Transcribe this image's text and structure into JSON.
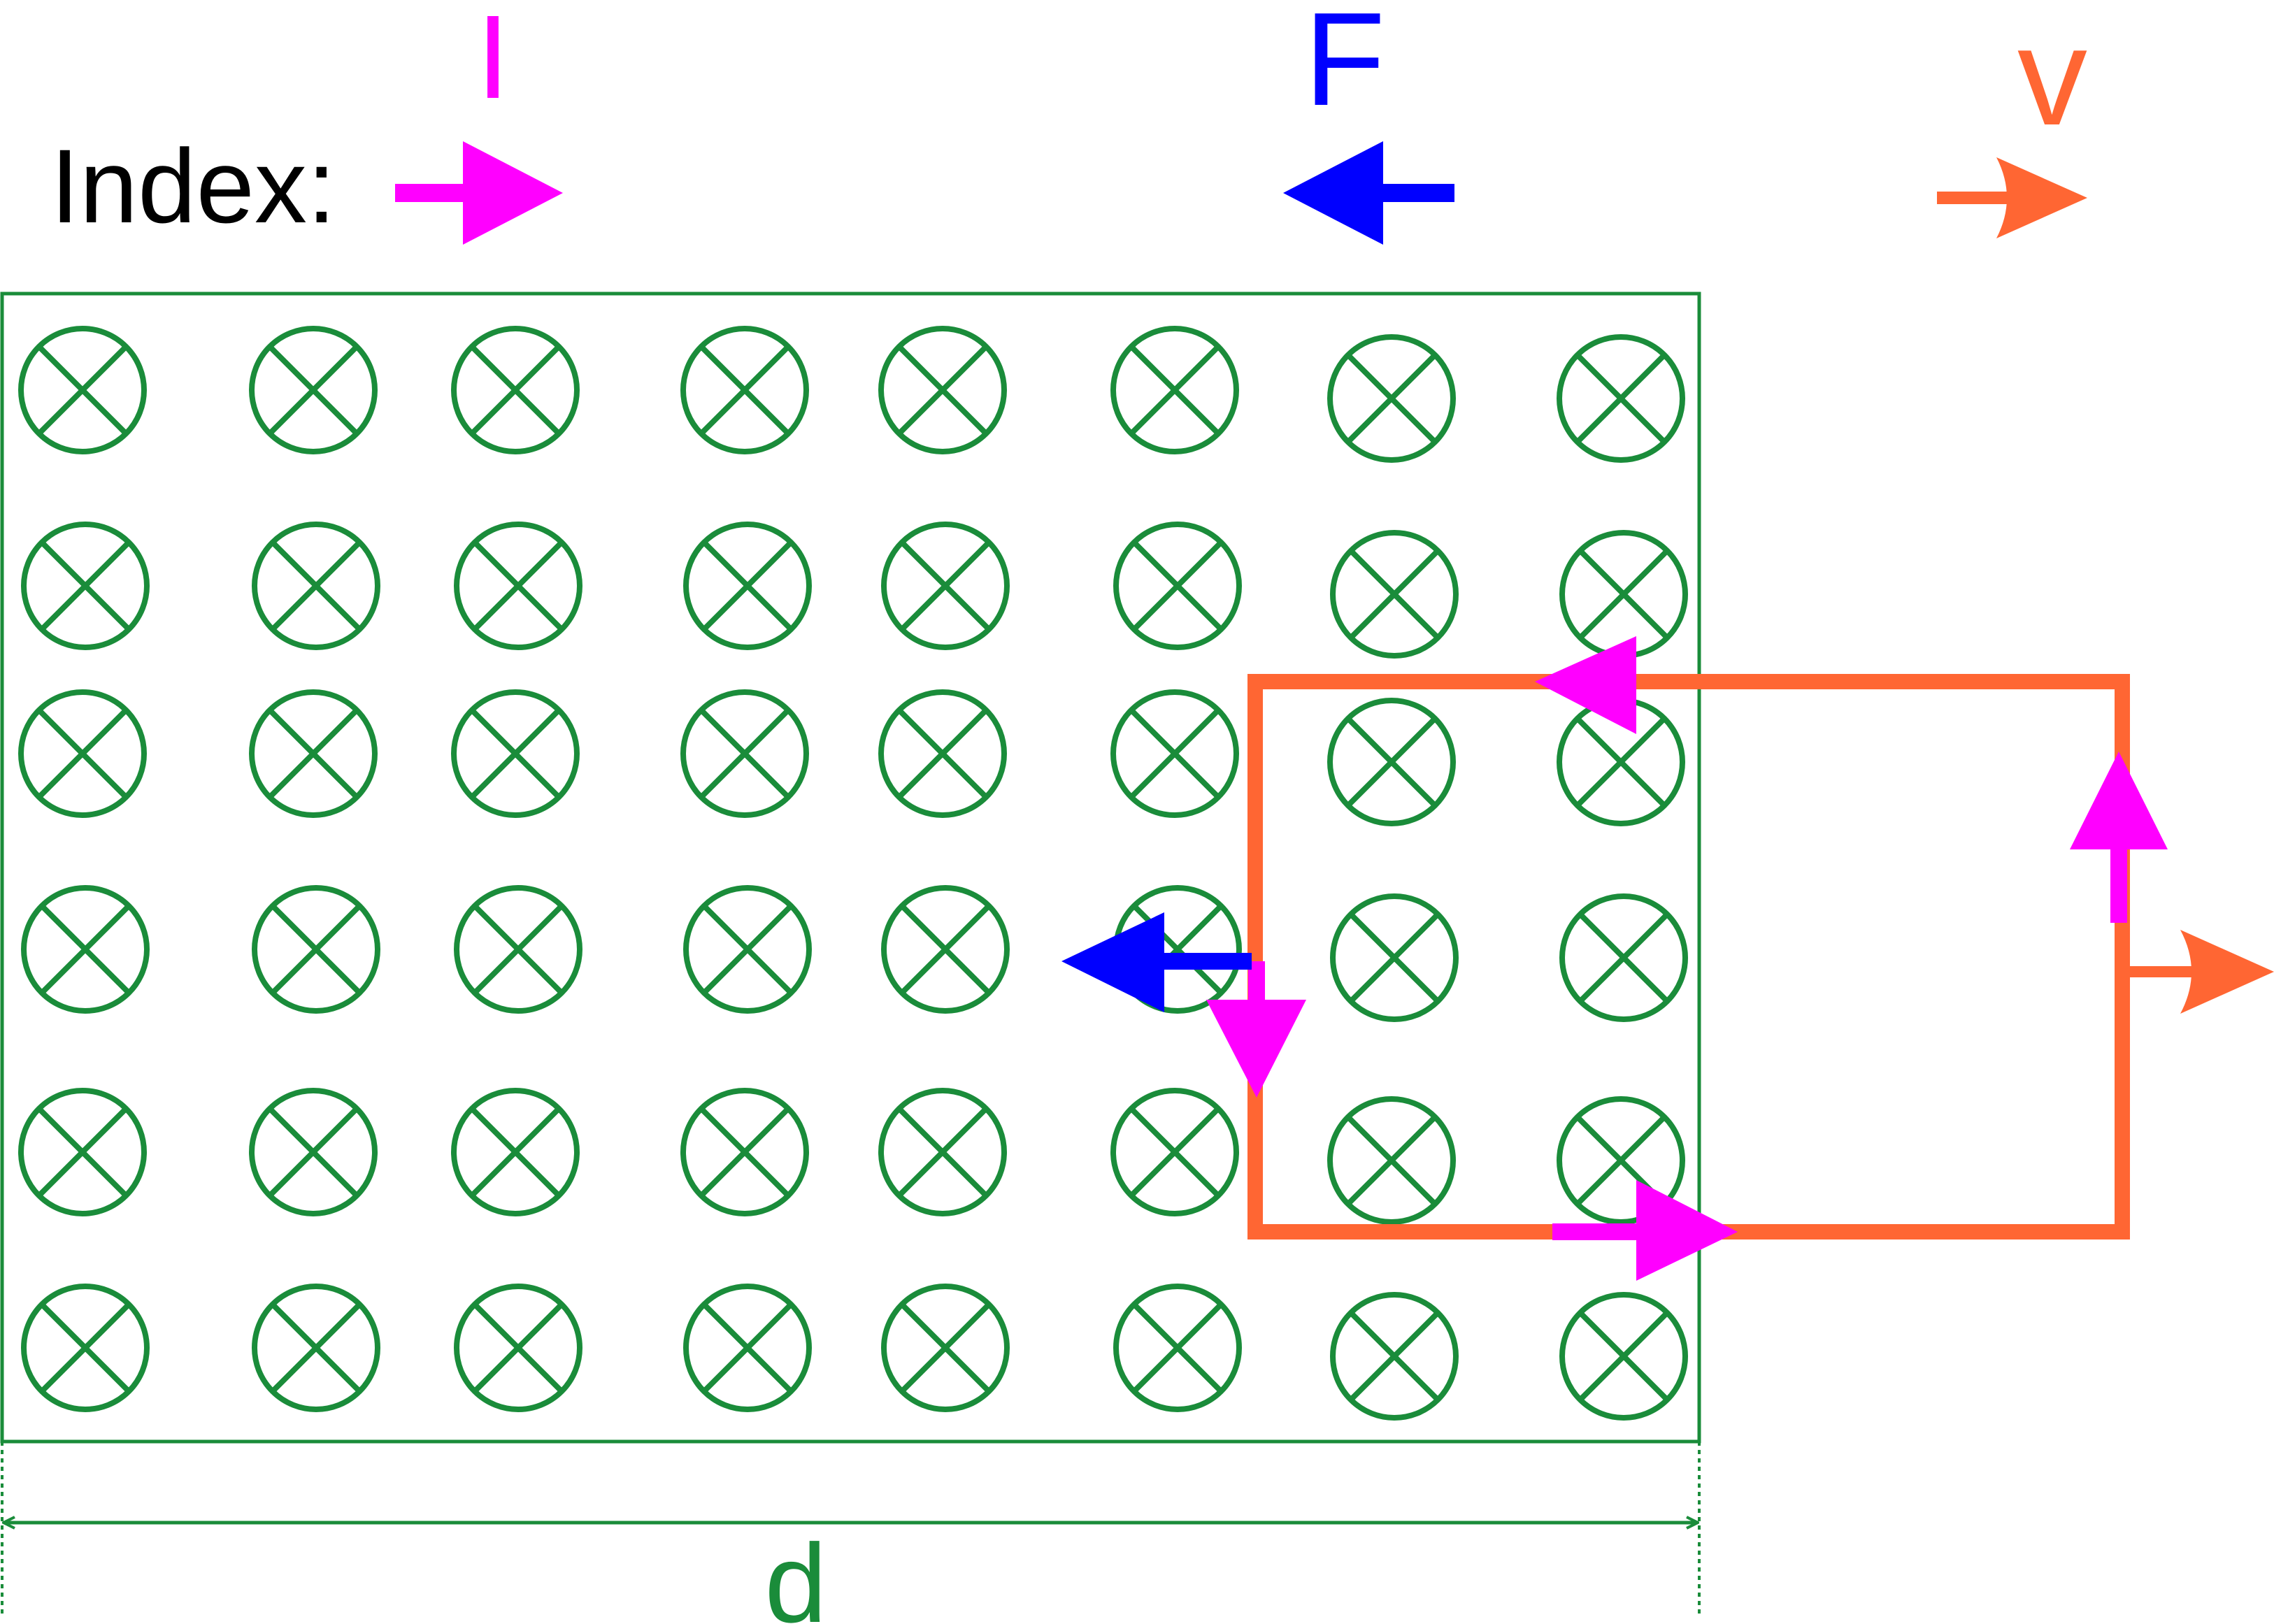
{
  "legend": {
    "title": "Index:",
    "current": {
      "symbol": "I",
      "color": "#ff00ff"
    },
    "force": {
      "symbol": "F",
      "color": "#0000ff"
    },
    "velocity": {
      "symbol": "v",
      "color": "#ff6633"
    }
  },
  "field": {
    "symbol": "⊗",
    "color": "#1a8c3a",
    "rows": 6,
    "cols": 8
  },
  "width_label": "d",
  "loop": {
    "color": "#ff6633"
  }
}
